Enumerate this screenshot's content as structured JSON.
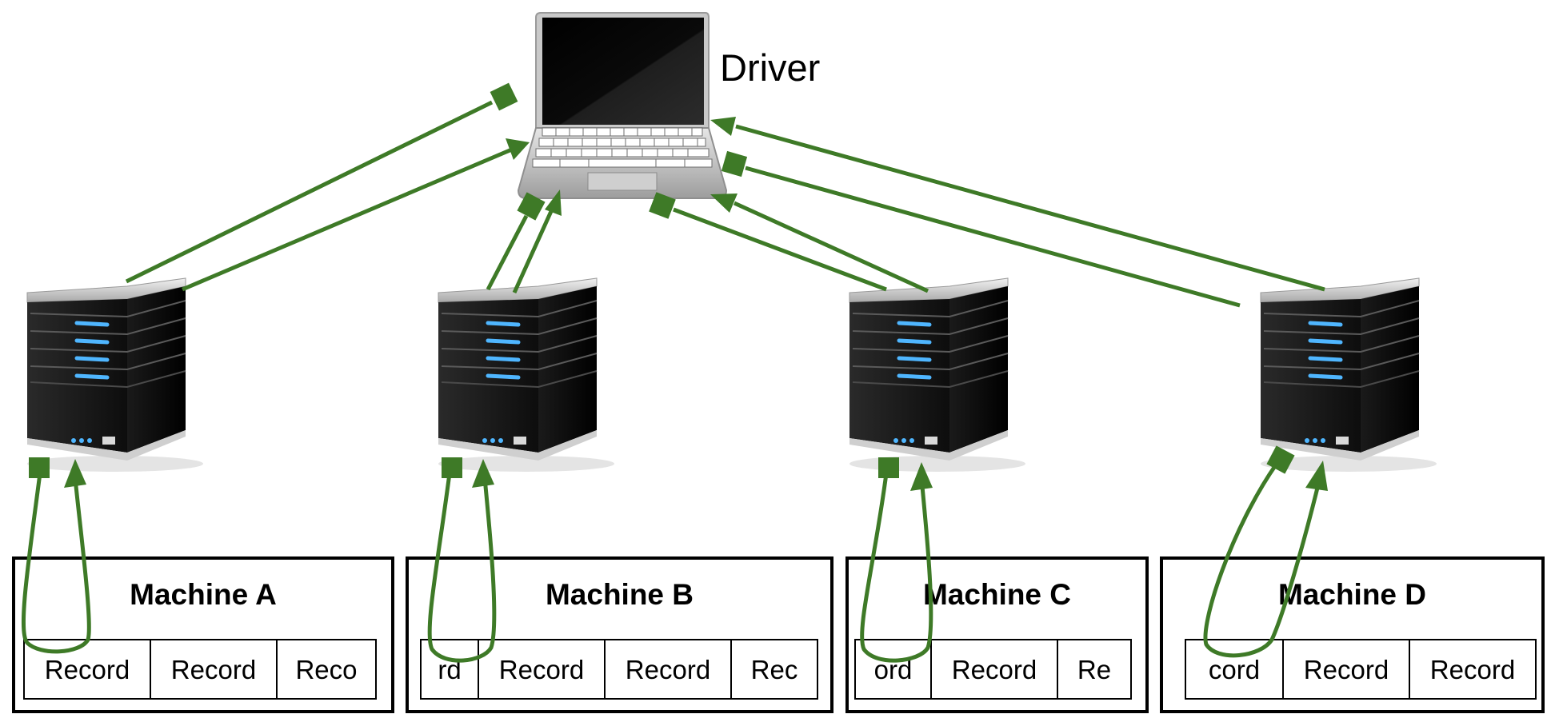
{
  "driver": {
    "label": "Driver",
    "icon": "laptop-icon"
  },
  "machines": [
    {
      "id": "a",
      "title": "Machine A",
      "records": [
        "Record",
        "Record",
        "Reco"
      ]
    },
    {
      "id": "b",
      "title": "Machine B",
      "records": [
        "rd",
        "Record",
        "Record",
        "Rec"
      ]
    },
    {
      "id": "c",
      "title": "Machine C",
      "records": [
        "ord",
        "Record",
        "Re"
      ]
    },
    {
      "id": "d",
      "title": "Machine D",
      "records": [
        "cord",
        "Record",
        "Record"
      ]
    }
  ],
  "server_icon": "server-tower-icon",
  "colors": {
    "arrow": "#3e7a27",
    "border": "#000000",
    "led": "#4fb6ff"
  }
}
